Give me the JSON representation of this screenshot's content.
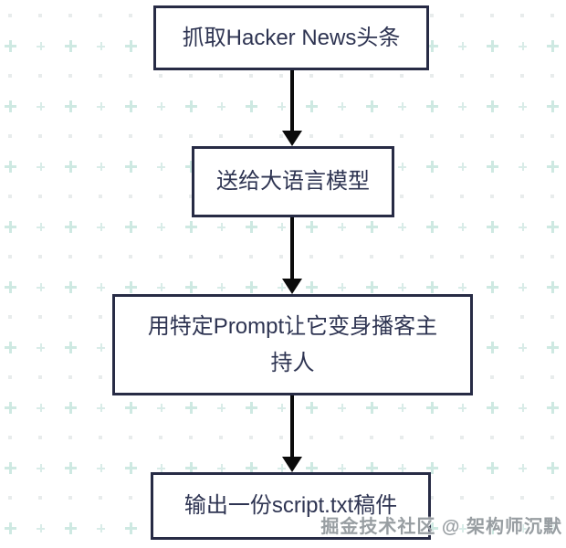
{
  "diagram": {
    "type": "flowchart",
    "direction": "top-down",
    "nodes": [
      {
        "id": "node-1",
        "label": "抓取Hacker News头条"
      },
      {
        "id": "node-2",
        "label": "送给大语言模型"
      },
      {
        "id": "node-3",
        "label": "用特定Prompt让它变身播客主持人"
      },
      {
        "id": "node-4",
        "label": "输出一份script.txt稿件"
      }
    ],
    "edges": [
      {
        "from": "node-1",
        "to": "node-2",
        "style": "arrow-down"
      },
      {
        "from": "node-2",
        "to": "node-3",
        "style": "arrow-down"
      },
      {
        "from": "node-3",
        "to": "node-4",
        "style": "arrow-down"
      }
    ]
  },
  "watermark": {
    "text": "掘金技术社区 @ 架构师沉默"
  },
  "colors": {
    "box_border": "#272b45",
    "box_text": "#2e3452",
    "box_fill": "#ffffff",
    "arrow": "#0b0b0b",
    "pattern_big": "#cee9e2",
    "pattern_small": "#d9ece8",
    "pattern_dot": "#e8ecec",
    "watermark": "#989ea2"
  }
}
